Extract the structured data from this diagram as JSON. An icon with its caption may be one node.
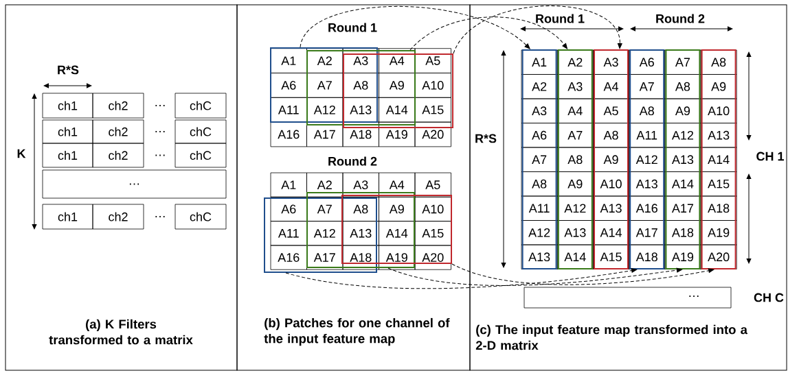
{
  "diagram": {
    "nodes": [
      {
        "text": [],
        "shape": "box"
      },
      {
        "text": [],
        "shape": "box"
      },
      {
        "text": [],
        "shape": "box"
      },
      {
        "text": [
          "ch1"
        ],
        "in": 0
      },
      {
        "text": [
          "ch2"
        ],
        "in": 0
      },
      {
        "text": [
          "chC"
        ],
        "in": 0
      },
      {
        "text": [
          "ch1"
        ],
        "in": 0
      },
      {
        "text": [
          "ch2"
        ],
        "in": 0
      },
      {
        "text": [
          "chC"
        ],
        "in": 0
      },
      {
        "text": [
          "ch1"
        ],
        "in": 0
      },
      {
        "text": [
          "ch2"
        ],
        "in": 0
      },
      {
        "text": [
          "chC"
        ],
        "in": 0
      },
      {
        "text": [
          "…"
        ],
        "in": 0
      },
      {
        "text": [
          "ch1"
        ],
        "in": 0
      },
      {
        "text": [
          "ch2"
        ],
        "in": 0
      },
      {
        "text": [
          "chC"
        ],
        "in": 0
      },
      {
        "text": [],
        "shape": "box",
        "in": 1
      },
      {
        "text": [],
        "shape": "box",
        "in": 1
      },
      {
        "text": [],
        "shape": "box",
        "in": 1
      },
      {
        "text": [],
        "shape": "box",
        "in": 1
      },
      {
        "text": [],
        "shape": "box",
        "in": 1
      },
      {
        "text": [],
        "shape": "box",
        "in": 1
      },
      {
        "text": [],
        "shape": "box",
        "in": 2
      },
      {
        "text": [],
        "shape": "box",
        "in": 2
      },
      {
        "text": [],
        "shape": "box",
        "in": 2
      },
      {
        "text": [],
        "shape": "box",
        "in": 2
      },
      {
        "text": [],
        "shape": "box",
        "in": 2
      },
      {
        "text": [],
        "shape": "box",
        "in": 2
      },
      {
        "text": [
          "…"
        ],
        "in": 2
      }
    ],
    "edges": [
      {
        "from": 16,
        "to": 22,
        "arrow": "to",
        "style": "dashed"
      },
      {
        "from": 17,
        "to": 23,
        "arrow": "to",
        "style": "dashed"
      },
      {
        "from": 18,
        "to": 24,
        "arrow": "to",
        "style": "dashed"
      },
      {
        "from": 19,
        "to": 25,
        "arrow": "to",
        "style": "dashed"
      },
      {
        "from": 20,
        "to": 26,
        "arrow": "to",
        "style": "dashed"
      },
      {
        "from": 21,
        "to": 27,
        "arrow": "to",
        "style": "dashed"
      }
    ],
    "labels": [
      "R*S",
      "K",
      "…",
      "…",
      "…",
      "…",
      "(a) K Filters transformed to a matrix",
      "Round 1",
      "A1",
      "A2",
      "A3",
      "A4",
      "A5",
      "A6",
      "A7",
      "A8",
      "A9",
      "A10",
      "A11",
      "A12",
      "A13",
      "A14",
      "A15",
      "A16",
      "A17",
      "A18",
      "A19",
      "A20",
      "Round 2",
      "A1",
      "A2",
      "A3",
      "A4",
      "A5",
      "A6",
      "A7",
      "A8",
      "A9",
      "A10",
      "A11",
      "A12",
      "A13",
      "A14",
      "A15",
      "A16",
      "A17",
      "A18",
      "A19",
      "A20",
      "(b) Patches for one channel of the input feature map",
      "Round 1",
      "Round 2",
      "R*S",
      "A1",
      "A2",
      "A3",
      "A6",
      "A7",
      "A8",
      "A2",
      "A3",
      "A4",
      "A7",
      "A8",
      "A9",
      "A3",
      "A4",
      "A5",
      "A8",
      "A9",
      "A10",
      "A6",
      "A7",
      "A8",
      "A11",
      "A12",
      "A13",
      "A7",
      "A8",
      "A9",
      "A12",
      "A13",
      "A14",
      "A8",
      "A9",
      "A10",
      "A13",
      "A14",
      "A15",
      "A11",
      "A12",
      "A13",
      "A16",
      "A17",
      "A18",
      "A12",
      "A13",
      "A14",
      "A17",
      "A18",
      "A19",
      "A13",
      "A14",
      "A15",
      "A18",
      "A19",
      "A20",
      "CH 1",
      "CH C",
      "(c) The input feature map transformed into a 2-D matrix"
    ]
  }
}
